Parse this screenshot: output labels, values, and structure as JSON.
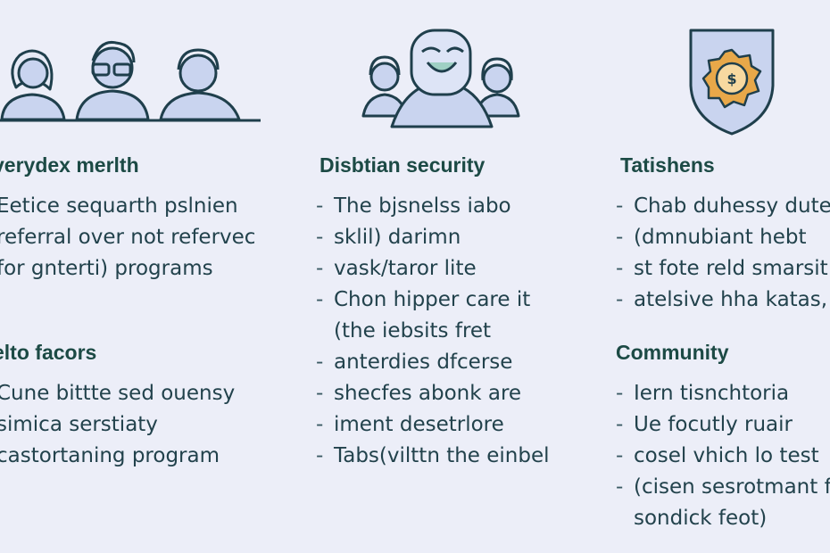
{
  "columns": [
    {
      "heading1": "verydex merlth",
      "lines1": [
        "Eetice sequarth pslnien",
        "referral over not refervec",
        "for gnterti) programs"
      ],
      "heading2": "elto facors",
      "lines2": [
        "Cune bittte sed ouensy",
        "simica serstiaty",
        "castortaning program"
      ]
    },
    {
      "heading1": "Disbtian security",
      "lines1": [
        "The bjsnelss iabo",
        "sklil) darimn",
        "vask/taror lite",
        "Chon hipper care it",
        "(the iebsits fret",
        "anterdies dfcerse",
        "shecfes abonk are",
        "iment desetrlore",
        "Tabs(vilttn the einbel"
      ],
      "bullets1": [
        true,
        true,
        true,
        true,
        false,
        true,
        true,
        true,
        true
      ]
    },
    {
      "heading1": "Tatishens",
      "lines1": [
        "Chab duhessy dute",
        "(dmnubiant hebt",
        "st fote reld smarsit",
        "atelsive hha katas,"
      ],
      "heading2": "Community",
      "lines2": [
        "Iern tisnchtoria",
        "Ue focutly ruair",
        "cosel vhich lo test",
        "(cisen sesrotmant fo",
        "sondick feot)"
      ],
      "bullets2": [
        true,
        true,
        true,
        true,
        false
      ]
    }
  ],
  "bullet_char": "-",
  "colors": {
    "background": "#eceef8",
    "heading": "#1c4a45",
    "text": "#22424c",
    "line_art": "#1f3f4c",
    "fill_light": "#c9d4ef",
    "badge_gold": "#e8a849"
  },
  "icons": [
    "three-people-icon",
    "group-with-leader-icon",
    "shield-badge-icon"
  ]
}
